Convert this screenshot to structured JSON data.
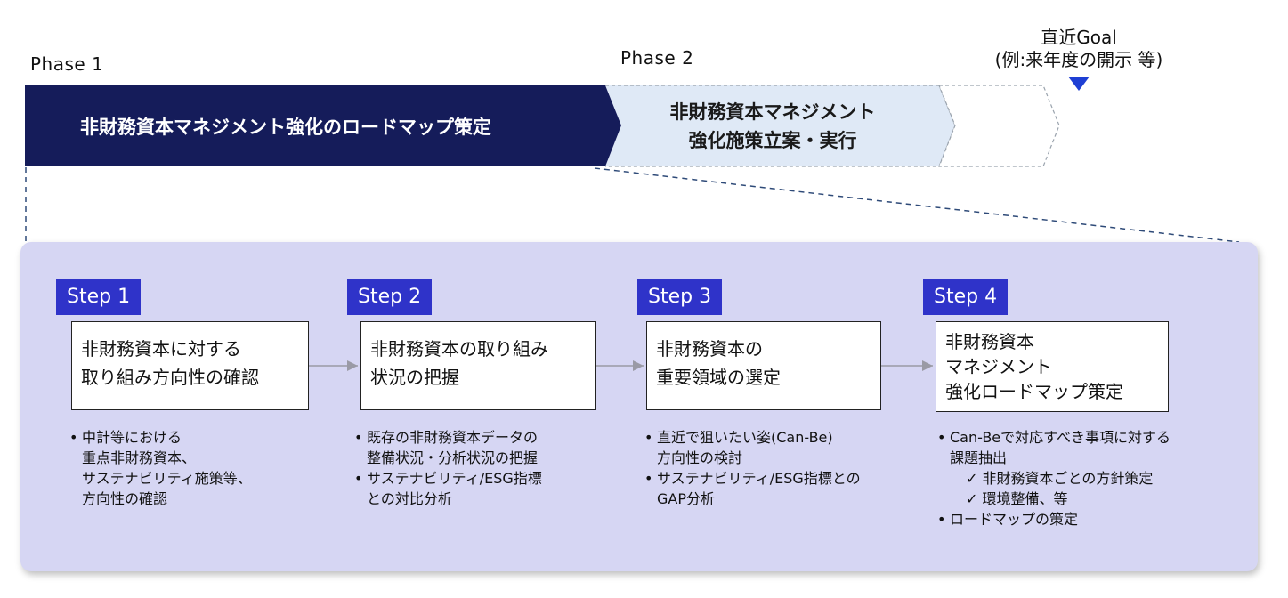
{
  "phases": {
    "phase1_label": "Phase 1",
    "phase2_label": "Phase 2",
    "goal_line1": "直近Goal",
    "goal_line2": "(例:来年度の開示 等)",
    "phase1_arrow_text": "非財務資本マネジメント強化のロードマップ策定",
    "phase2_arrow_line1": "非財務資本マネジメント",
    "phase2_arrow_line2": "強化施策立案・実行"
  },
  "colors": {
    "phase1_fill": "#151c5a",
    "phase2_fill": "#dfe9f6",
    "panel_fill": "#d6d6f3",
    "step_tab": "#2f33c9",
    "goal_marker": "#1e3fd4",
    "dashed_line": "#2e4a78"
  },
  "steps": [
    {
      "tab": "Step 1",
      "box_lines": [
        "非財務資本に対する",
        "取り組み方向性の確認"
      ],
      "bullets": [
        [
          "中計等における",
          "重点非財務資本、",
          "サステナビリティ施策等、",
          "方向性の確認"
        ]
      ]
    },
    {
      "tab": "Step 2",
      "box_lines": [
        "非財務資本の取り組み",
        "状況の把握"
      ],
      "bullets": [
        [
          "既存の非財務資本データの",
          "整備状況・分析状況の把握"
        ],
        [
          "サステナビリティ/ESG指標",
          "との対比分析"
        ]
      ]
    },
    {
      "tab": "Step 3",
      "box_lines": [
        "非財務資本の",
        "重要領域の選定"
      ],
      "bullets": [
        [
          "直近で狙いたい姿(Can-Be)",
          "方向性の検討"
        ],
        [
          "サステナビリティ/ESG指標との",
          "GAP分析"
        ]
      ]
    },
    {
      "tab": "Step 4",
      "box_lines": [
        "非財務資本",
        "マネジメント",
        "強化ロードマップ策定"
      ],
      "bullets": [
        [
          "Can-Beで対応すべき事項に対する",
          "課題抽出"
        ],
        [
          "ロードマップの策定"
        ]
      ],
      "checks": [
        "✓ 非財務資本ごとの方針策定",
        "✓ 環境整備、等"
      ]
    }
  ]
}
